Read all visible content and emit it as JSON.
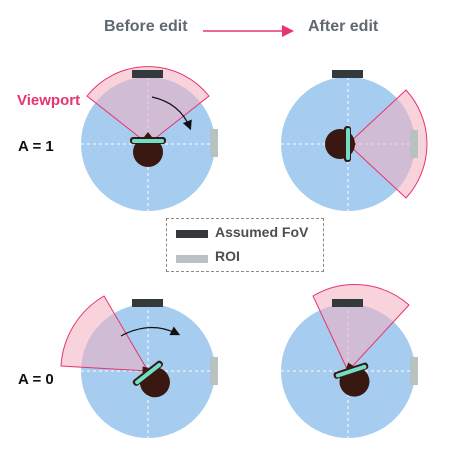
{
  "headers": {
    "before": "Before edit",
    "after": "After edit"
  },
  "labels": {
    "viewport": "Viewport",
    "a1": "A = 1",
    "a0": "A = 0"
  },
  "legend": {
    "assumed_fov": "Assumed FoV",
    "roi": "ROI"
  },
  "colors": {
    "circle": "#a6cdf0",
    "viewport_fill": "#f4aebf",
    "viewport_stroke": "#e8336e",
    "fov_bar": "#343a3c",
    "roi_bar": "#b9c2c3",
    "head": "#3a1812",
    "headset": "#6fe0c8",
    "accent": "#e8336e",
    "text_header": "#5e6a6f"
  }
}
